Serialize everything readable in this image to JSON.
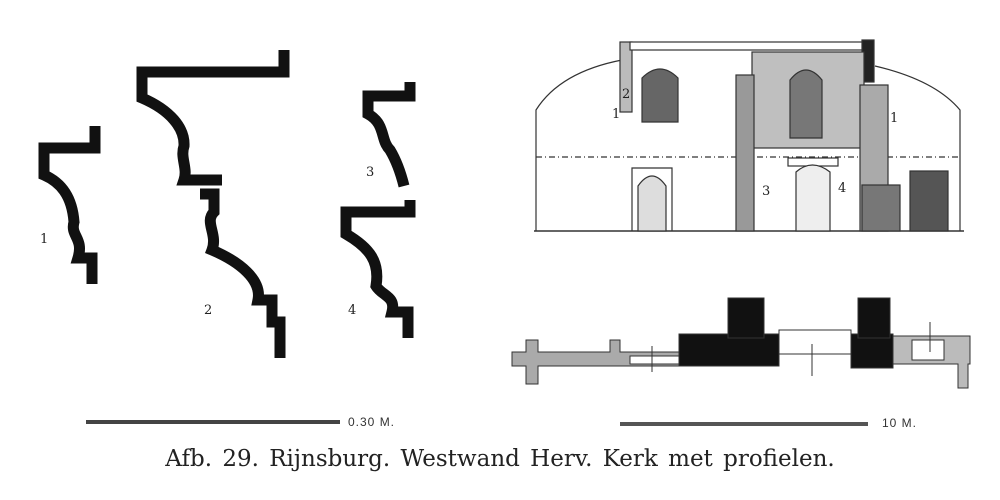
{
  "figure": {
    "caption": "Afb. 29.   Rijnsburg. Westwand Herv. Kerk met profielen.",
    "profile_labels": [
      "1",
      "2",
      "3",
      "4"
    ],
    "elevation_labels": [
      "1",
      "2",
      "1",
      "3",
      "4"
    ],
    "scale_left": "0.30 M.",
    "scale_right": "10 M."
  }
}
